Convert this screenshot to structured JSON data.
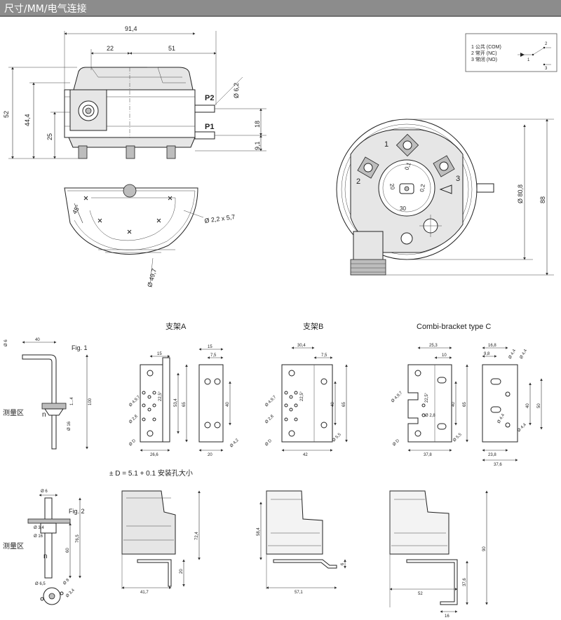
{
  "header": {
    "title": "尺寸/MM/电气连接"
  },
  "legend": {
    "lines": [
      "1 公共 (COM)",
      "2 常开 (NC)",
      "3 常闭 (NO)"
    ],
    "pins": [
      "2",
      "1",
      "3"
    ]
  },
  "front_view": {
    "dims": {
      "overall_width": "91,4",
      "left": "22",
      "right": "51",
      "height": "52",
      "h2": "44,4",
      "h3": "25",
      "tube_dia": "Ø 6,2",
      "port_gap": "18",
      "port_low": "9,1"
    },
    "ports": [
      "P2",
      "P1"
    ]
  },
  "bottom_view": {
    "angle": "45°",
    "slot": "Ø 2,2 x 5,7",
    "circle": "Ø 49,7"
  },
  "top_view": {
    "dia": "Ø 80,8",
    "height": "88",
    "terminals": [
      "1",
      "2",
      "3"
    ],
    "scale": [
      "0,1",
      "20",
      "0,2",
      "30"
    ]
  },
  "brackets": {
    "a": {
      "title": "支架A",
      "dims": [
        "15",
        "Ø 4,9,7",
        "22,5°",
        "Ø 2,8",
        "Ø D",
        "53,4",
        "65",
        "26,6",
        "15",
        "7,5",
        "40",
        "Ø 4,2",
        "20"
      ]
    },
    "b": {
      "title": "支架B",
      "dims": [
        "30,4",
        "7,5",
        "Ø 4,9,7",
        "22,5°",
        "Ø 2,8",
        "Ø D",
        "40",
        "65",
        "Ø 5,5",
        "42"
      ]
    },
    "c": {
      "title": "Combi-bracket type C",
      "dims": [
        "25,3",
        "10",
        "16,8",
        "9,8",
        "Ø 4,4",
        "Ø 4,4",
        "Ø 4,9,7",
        "22,5°",
        "Ø 2,8",
        "Ø D",
        "40",
        "65",
        "Ø 5,5",
        "37,8",
        "23,8",
        "37,6",
        "40",
        "50",
        "Ø 4,4",
        "Ø 4,4"
      ]
    }
  },
  "fig1": {
    "label": "Fig. 1",
    "measure": "测量区",
    "n": "n",
    "dims": [
      "40",
      "Ø 6",
      "Ø 16",
      "1...4",
      "100"
    ]
  },
  "fig2": {
    "label": "Fig. 2",
    "measure": "测量区",
    "n": "n",
    "dims": [
      "Ø 6",
      "Ø 3,4",
      "Ø 16",
      "60",
      "76,5",
      "Ø 6,5",
      "Ø 8",
      "Ø 3,4"
    ]
  },
  "note": "± D = 5.1 + 0.1 安装孔大小",
  "mounts": {
    "a": {
      "dims": [
        "72,4",
        "20",
        "41,7"
      ]
    },
    "b": {
      "dims": [
        "58,4",
        "6",
        "57,1"
      ]
    },
    "c": {
      "dims": [
        "90",
        "37,6",
        "52",
        "16"
      ]
    }
  }
}
